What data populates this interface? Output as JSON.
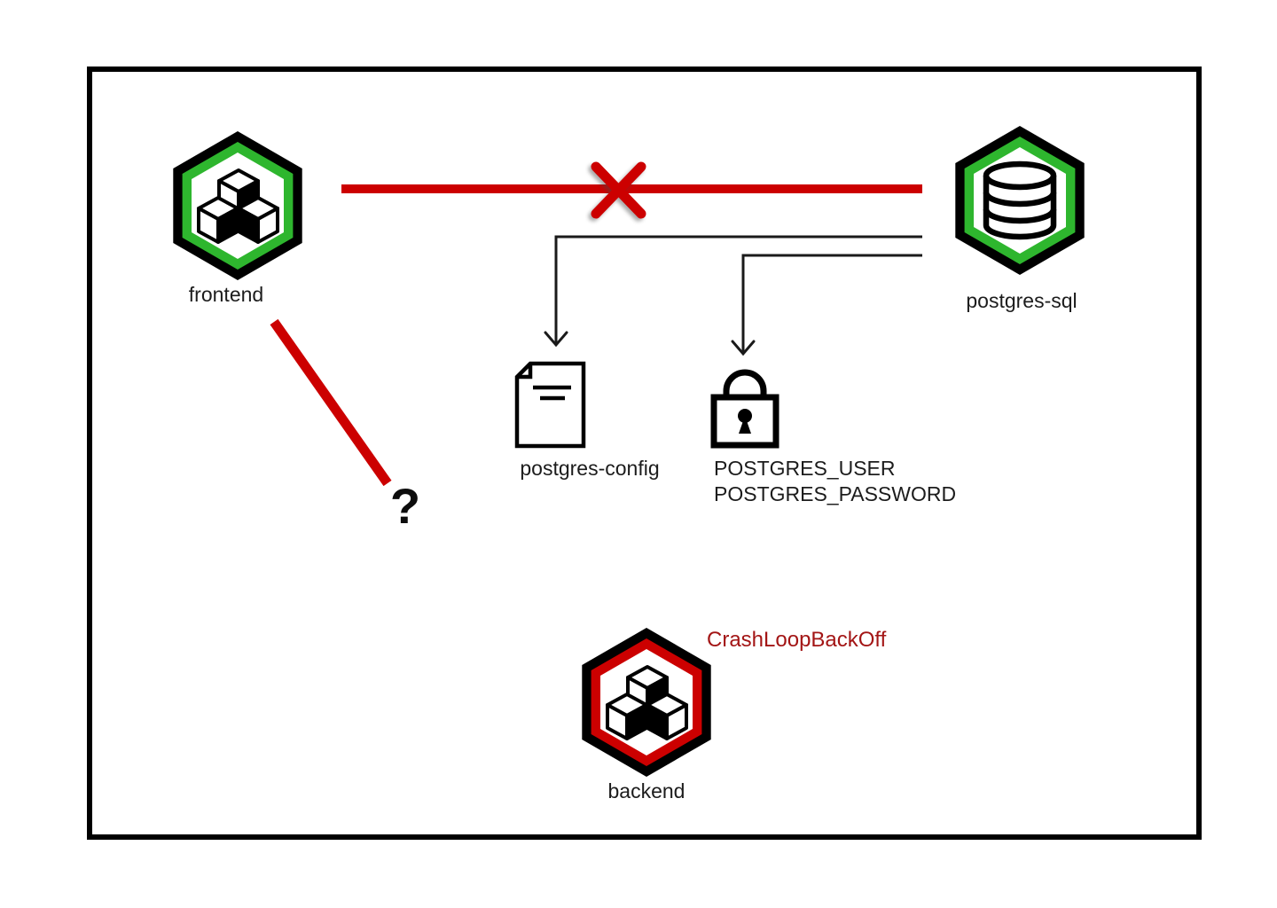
{
  "diagram": {
    "nodes": {
      "frontend": {
        "label": "frontend"
      },
      "postgres_sql": {
        "label": "postgres-sql"
      },
      "backend": {
        "label": "backend",
        "status": "CrashLoopBackOff"
      }
    },
    "resources": {
      "configmap": {
        "label": "postgres-config"
      },
      "secret": {
        "line1": "POSTGRES_USER",
        "line2": "POSTGRES_PASSWORD"
      }
    },
    "annotations": {
      "question_mark": "?"
    },
    "icons": {
      "frontend": "cubes-icon",
      "postgres_sql": "database-icon",
      "backend": "cubes-icon",
      "configmap": "document-icon",
      "secret": "lock-icon",
      "broken_link": "x-mark-icon"
    },
    "colors": {
      "healthy_border": "#2eb62e",
      "error_border": "#cc0000",
      "link_red": "#cc0000",
      "status_text_red": "#a31515",
      "ink": "#000000"
    }
  }
}
